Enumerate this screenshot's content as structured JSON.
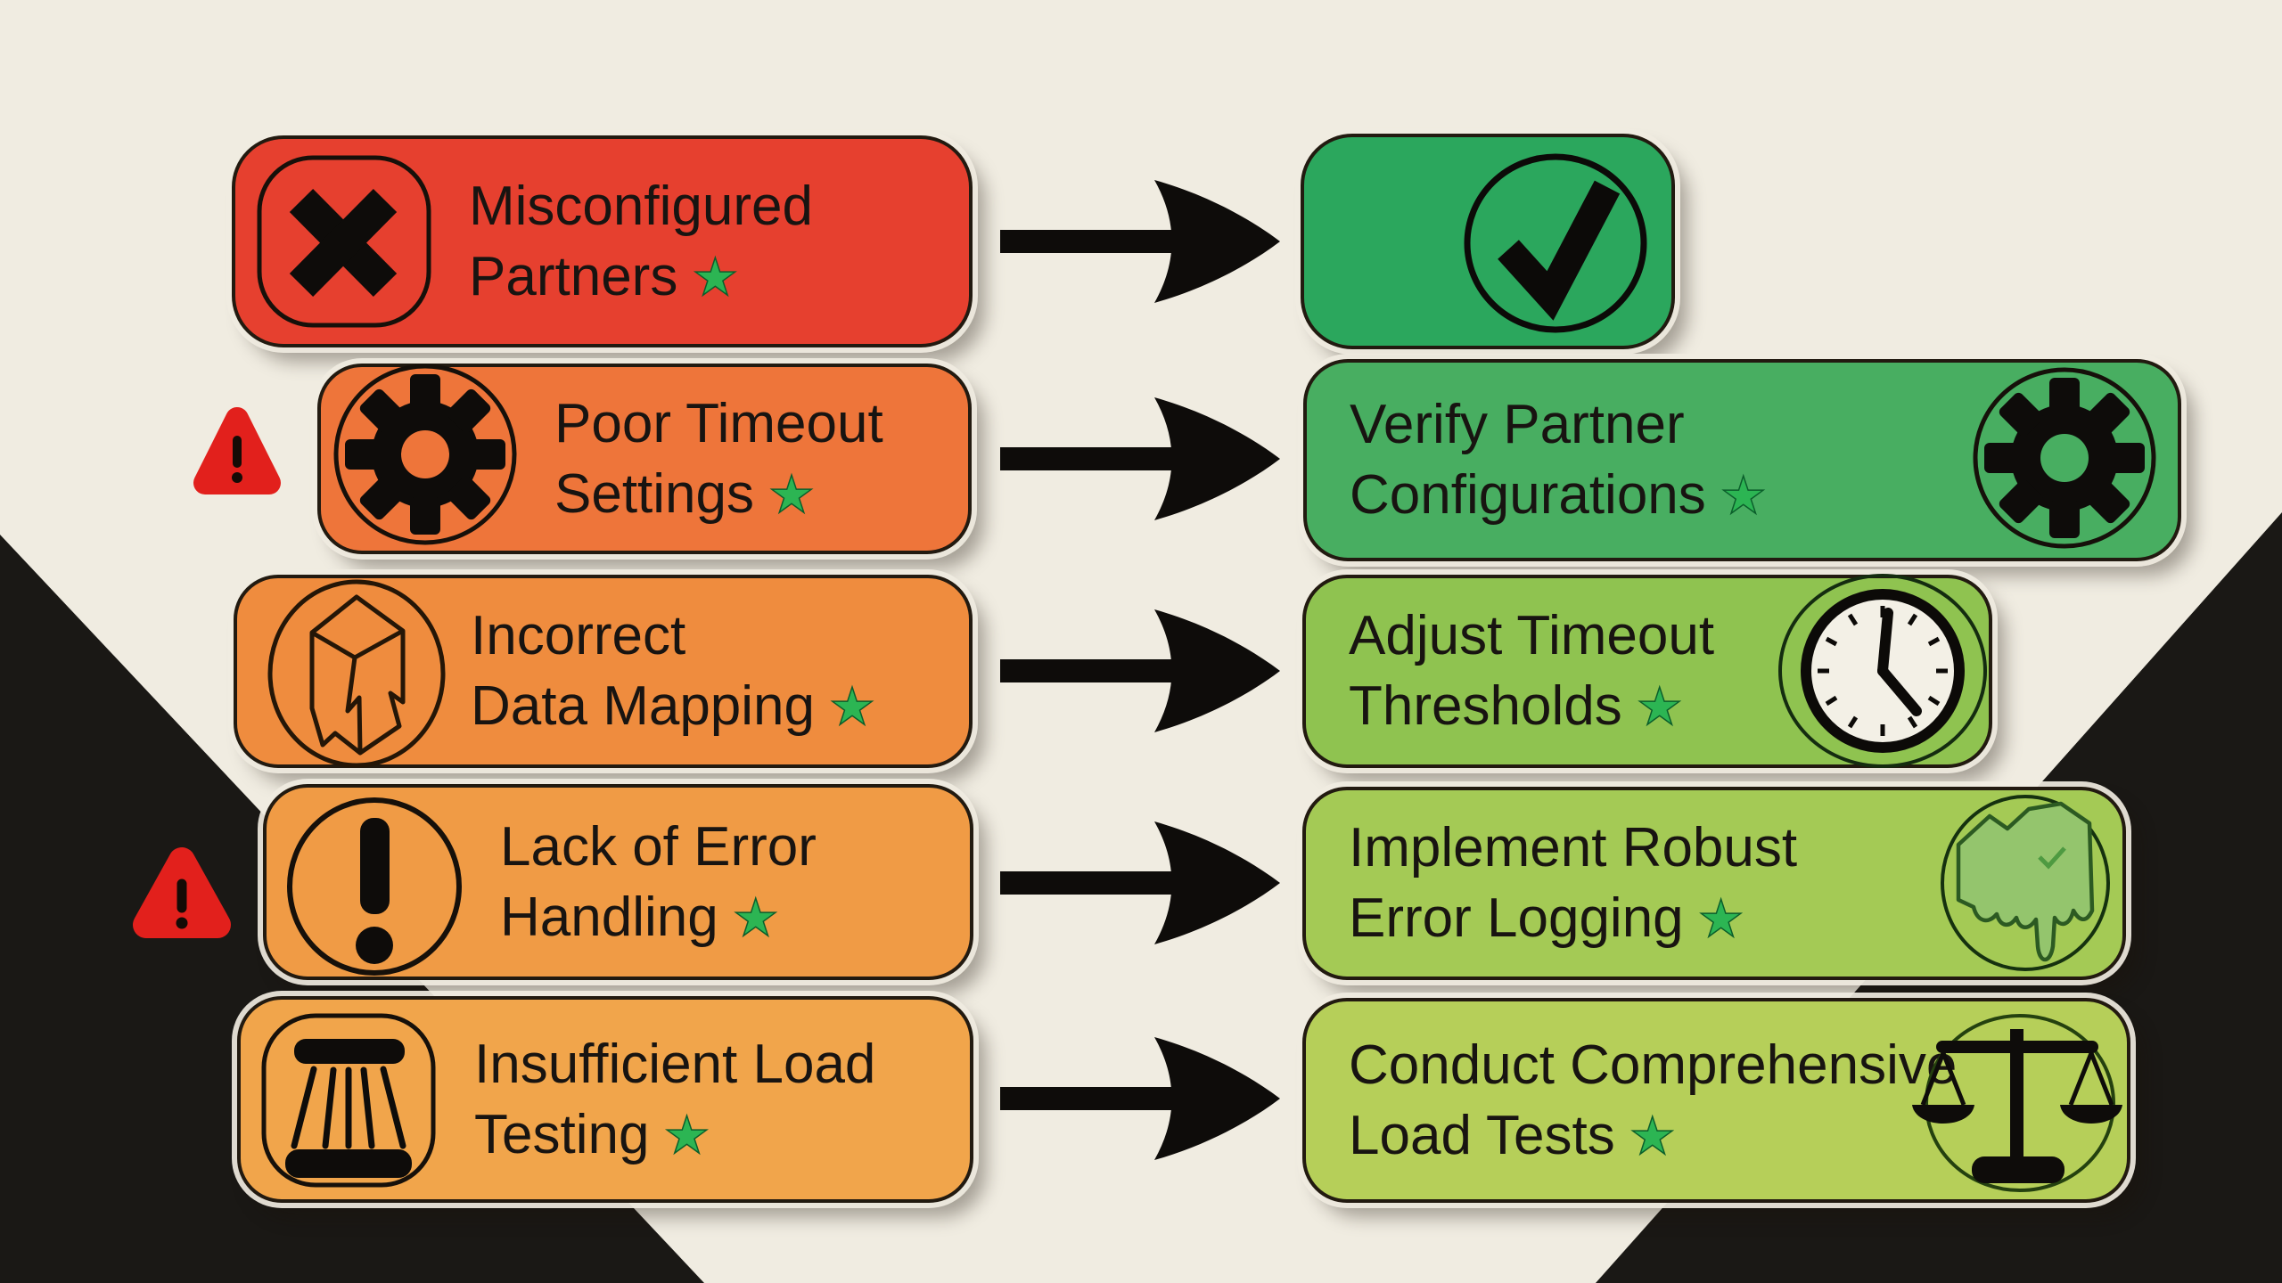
{
  "palette": {
    "background": "#f0ece1",
    "corner_triangles": "#1a1815",
    "text": "#181411",
    "arrow": "#0e0c0a",
    "star": "#2cb553",
    "warning_red": "#e2201c",
    "clock_face": "#f3f0e6"
  },
  "problems": [
    {
      "line1": "Misconfigured",
      "line2": "Partners",
      "star": "★",
      "icon": "x-mark",
      "color": "#e6402f"
    },
    {
      "line1": "Poor Timeout",
      "line2": "Settings",
      "star": "★",
      "icon": "gear",
      "color": "#ee753a"
    },
    {
      "line1": "Incorrect",
      "line2": "Data Mapping",
      "star": "★",
      "icon": "torn-map",
      "color": "#ef8c3e"
    },
    {
      "line1": "Lack of Error",
      "line2": "Handling",
      "star": "★",
      "icon": "exclamation",
      "color": "#f09b45"
    },
    {
      "line1": "Insufficient Load",
      "line2": "Testing",
      "star": "★",
      "icon": "load-press",
      "color": "#f1a54b"
    }
  ],
  "solutions": [
    {
      "line1": "",
      "line2": "",
      "star": "",
      "icon": "checkmark",
      "color": "#2ba75d"
    },
    {
      "line1": "Verify Partner",
      "line2": "Configurations",
      "star": "★",
      "icon": "gear",
      "color": "#48ae61"
    },
    {
      "line1": "Adjust Timeout",
      "line2": "Thresholds",
      "star": "★",
      "icon": "clock",
      "color": "#8fc350"
    },
    {
      "line1": "Implement Robust",
      "line2": "Error Logging",
      "star": "★",
      "icon": "melting-map",
      "color": "#a4ca55"
    },
    {
      "line1": "Conduct Comprehensive",
      "line2": "Load Tests",
      "star": "★",
      "icon": "scales",
      "color": "#b6cf59"
    }
  ],
  "warning_triangles": [
    {
      "icon": "exclamation-triangle",
      "position": "left-of-poor-timeout-settings"
    },
    {
      "icon": "exclamation-triangle",
      "position": "left-of-lack-of-error-handling"
    }
  ]
}
